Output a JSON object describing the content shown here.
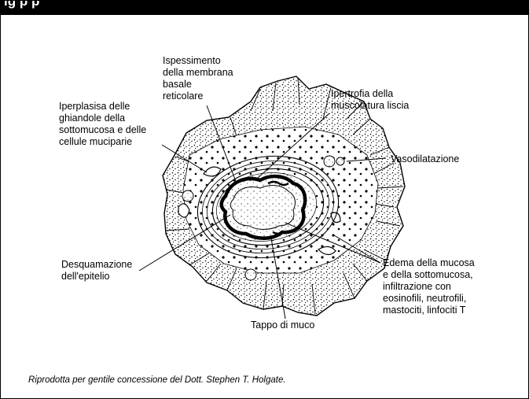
{
  "header": {
    "title_fragment": "ig                                              p                          p"
  },
  "labels": {
    "ispessimento": "Ispessimento\ndella membrana\nbasale\nreticolare",
    "ipertrofia": "Ipertrofia della\nmuscolatura liscia",
    "iperplasia": "Iperplasisa delle\nghiandole della\nsottomucosa e delle\ncellule muciparie",
    "vasodilatazione": "Vasodilatazione",
    "desquamazione": "Desquamazione\ndell'epitelio",
    "edema": "Edema della mucosa\ne della sottomucosa,\ninfiltrazione con\neosinofili, neutrofili,\nmastociti, linfociti T",
    "tappo": "Tappo di muco"
  },
  "caption": "Riprodotta per gentile concessione del Dott. Stephen T. Holgate."
}
